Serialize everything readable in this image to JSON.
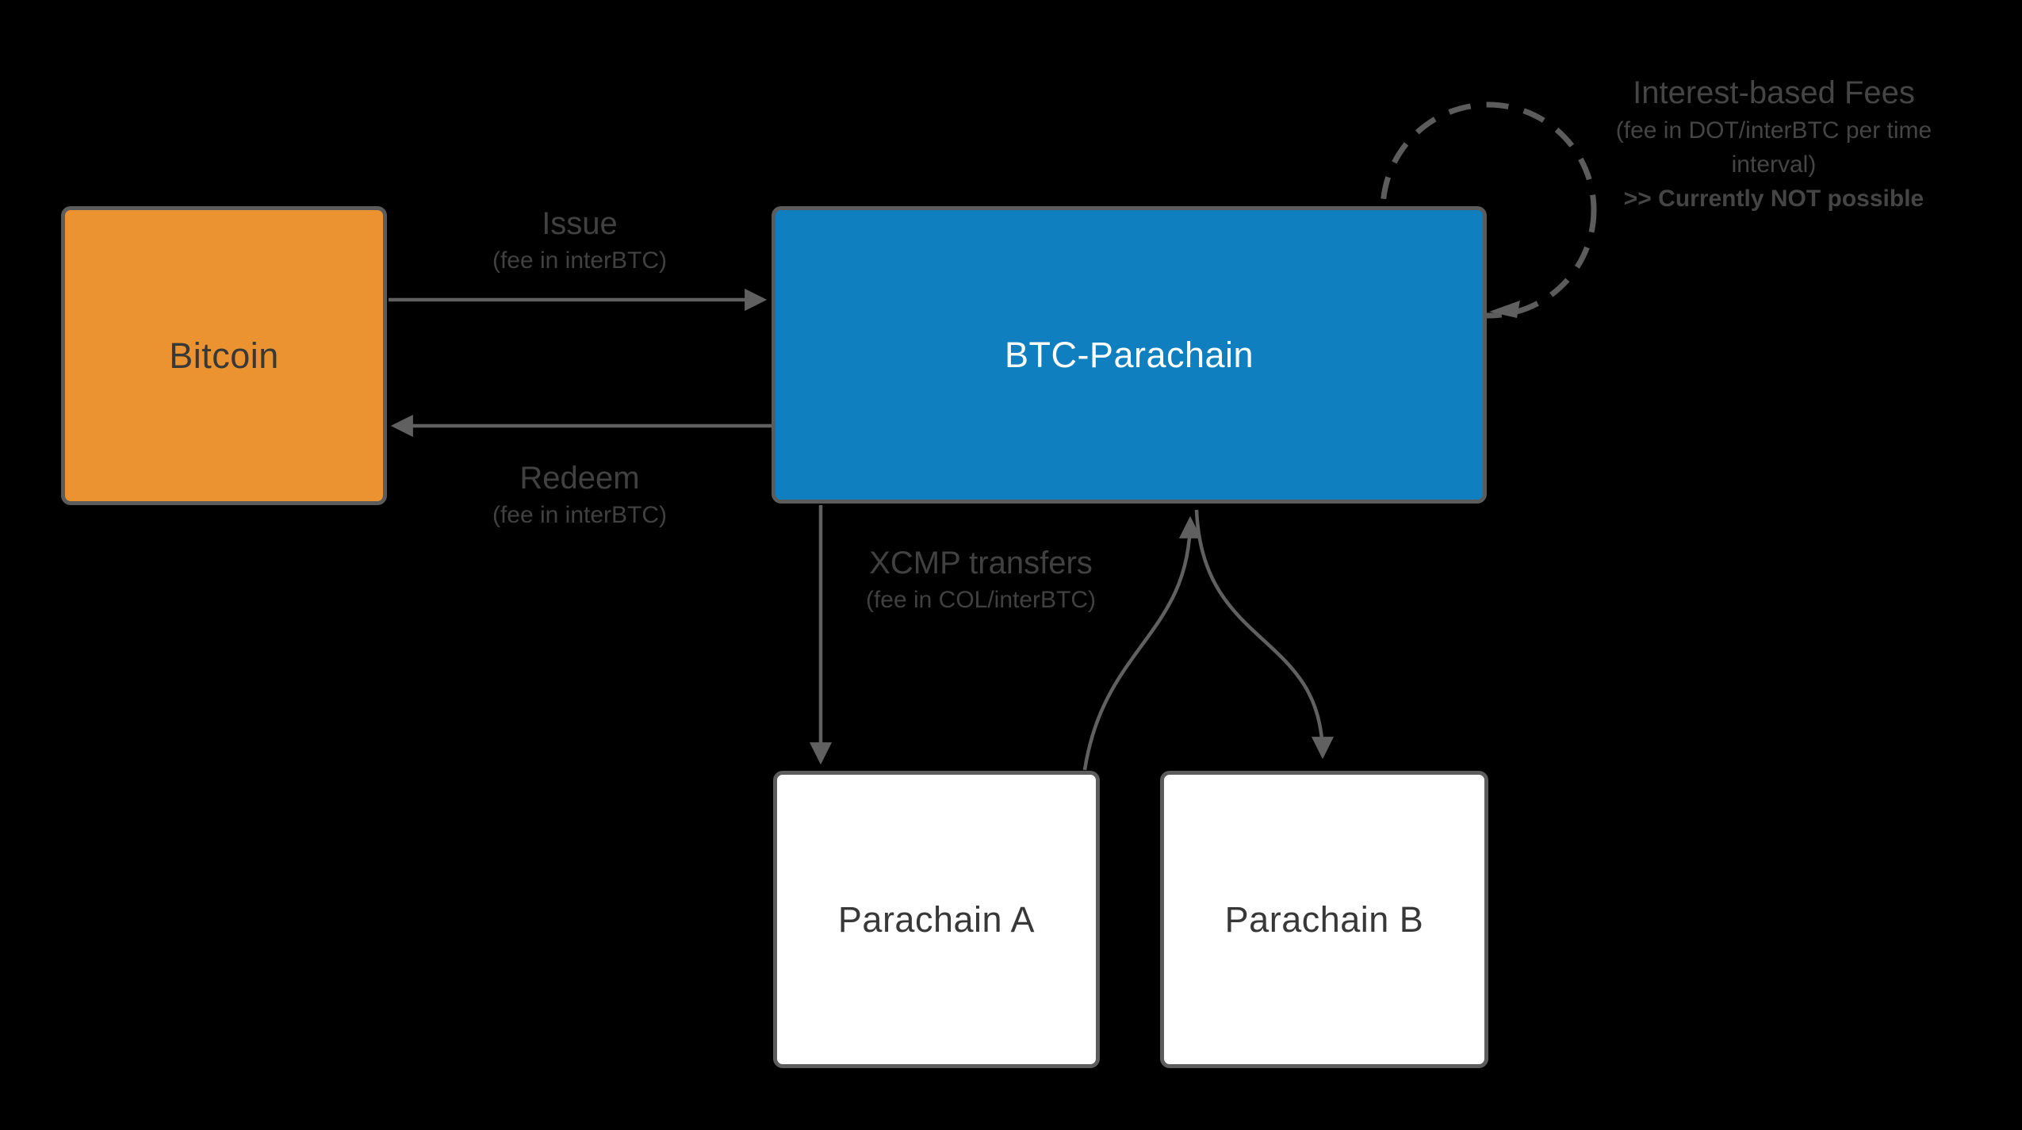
{
  "diagram": {
    "background_color": "#000000",
    "nodes": {
      "bitcoin": {
        "label": "Bitcoin",
        "fill": "#EA9330",
        "text_color": "#383838"
      },
      "btc_parachain": {
        "label": "BTC-Parachain",
        "fill": "#0F7FBF",
        "text_color": "#FFFFFF"
      },
      "parachain_a": {
        "label": "Parachain A",
        "fill": "#FFFFFF",
        "text_color": "#383838"
      },
      "parachain_b": {
        "label": "Parachain B",
        "fill": "#FFFFFF",
        "text_color": "#383838"
      }
    },
    "edges": {
      "issue": {
        "label": "Issue",
        "sublabel": "(fee in interBTC)",
        "from": "bitcoin",
        "to": "btc_parachain"
      },
      "redeem": {
        "label": "Redeem",
        "sublabel": "(fee in interBTC)",
        "from": "btc_parachain",
        "to": "bitcoin"
      },
      "xcmp": {
        "label": "XCMP transfers",
        "sublabel": "(fee in COL/interBTC)",
        "from": "btc_parachain",
        "to": "parachain_a"
      },
      "interest_loop": {
        "label": "Interest-based Fees",
        "sublabel": "(fee in DOT/interBTC per time interval)",
        "note": ">> Currently NOT possible",
        "from": "btc_parachain",
        "to": "btc_parachain"
      }
    },
    "colors": {
      "arrow_stroke": "#606060",
      "node_border": "#5C5C5C",
      "edge_label_text": "#414141"
    }
  }
}
